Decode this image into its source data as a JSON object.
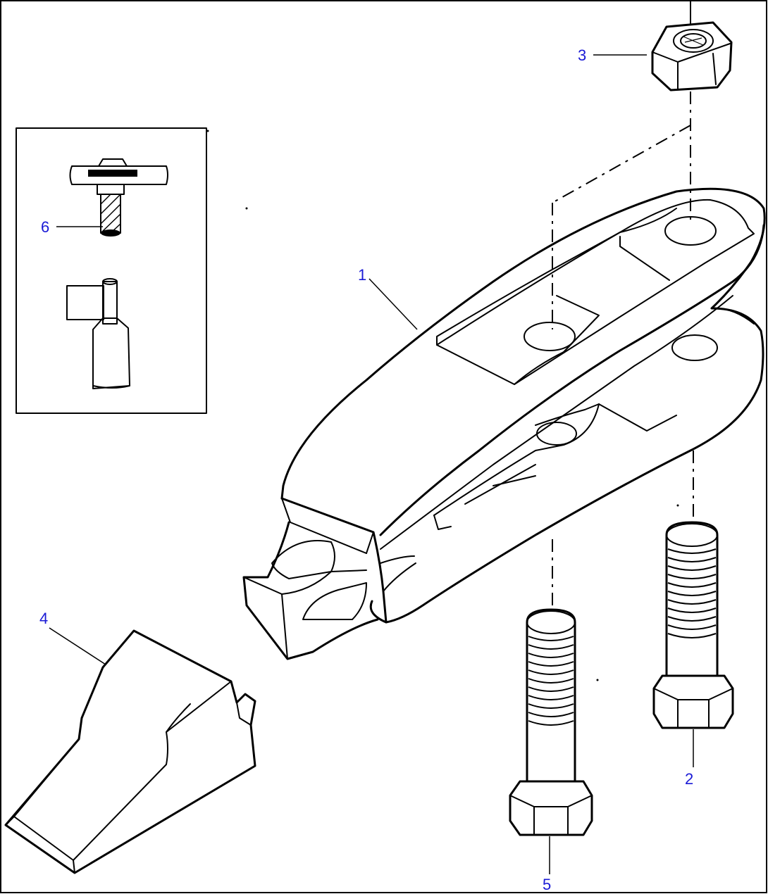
{
  "callouts": {
    "part_1": "1",
    "part_2": "2",
    "part_3": "3",
    "part_4": "4",
    "part_5": "5",
    "part_6": "6"
  },
  "colors": {
    "line": "#000000",
    "callout_text": "#1a1ad6",
    "background": "#ffffff"
  }
}
